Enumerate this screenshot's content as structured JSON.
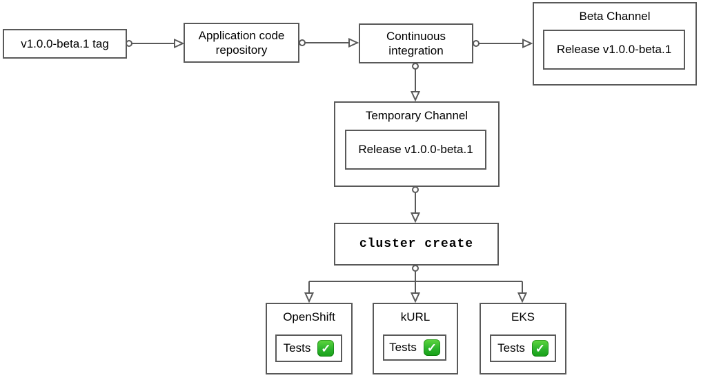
{
  "nodes": {
    "tag": {
      "label": "v1.0.0-beta.1 tag"
    },
    "repository": {
      "label": "Application code repository"
    },
    "ci": {
      "label": "Continuous integration"
    },
    "beta_channel": {
      "title": "Beta Channel",
      "release_label": "Release v1.0.0-beta.1"
    },
    "temporary_channel": {
      "title": "Temporary Channel",
      "release_label": "Release v1.0.0-beta.1"
    },
    "cluster_create": {
      "label": "cluster create"
    },
    "openshift": {
      "title": "OpenShift",
      "tests_label": "Tests"
    },
    "kurl": {
      "title": "kURL",
      "tests_label": "Tests"
    },
    "eks": {
      "title": "EKS",
      "tests_label": "Tests"
    }
  },
  "icons": {
    "check": {
      "name": "check-mark-button-icon",
      "glyph": "✓",
      "background": "#22ac23",
      "foreground": "#ffffff"
    }
  },
  "edges": [
    {
      "from": "tag",
      "to": "repository"
    },
    {
      "from": "repository",
      "to": "ci"
    },
    {
      "from": "ci",
      "to": "beta_channel"
    },
    {
      "from": "ci",
      "to": "temporary_channel"
    },
    {
      "from": "temporary_channel",
      "to": "cluster_create"
    },
    {
      "from": "cluster_create",
      "to": "openshift"
    },
    {
      "from": "cluster_create",
      "to": "kurl"
    },
    {
      "from": "cluster_create",
      "to": "eks"
    }
  ],
  "colors": {
    "border": "#595959",
    "text": "#000000",
    "background": "#ffffff",
    "check_green": "#22ac23"
  }
}
